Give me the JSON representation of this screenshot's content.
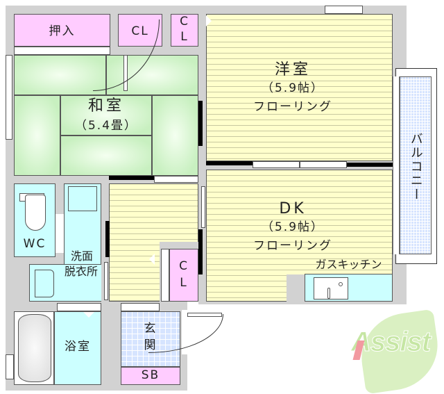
{
  "floorplan": {
    "rooms": {
      "oshiire": {
        "label": "押入"
      },
      "closet_top_1": {
        "label": "CL"
      },
      "closet_top_2": {
        "label": "C\nL",
        "line1": "C",
        "line2": "L"
      },
      "washitsu": {
        "name": "和室",
        "size": "（5.4畳）"
      },
      "youshitsu": {
        "name": "洋室",
        "size": "（5.9帖）",
        "floor": "フローリング"
      },
      "balcony": {
        "label": "バルコニー"
      },
      "wc": {
        "label": "WC"
      },
      "senmen": {
        "line1": "洗面",
        "line2": "脱衣所"
      },
      "closet_mid": {
        "line1": "C",
        "line2": "L"
      },
      "dk": {
        "name": "DK",
        "size": "（5.9帖）",
        "floor": "フローリング",
        "kitchen": "ガスキッチン"
      },
      "bath": {
        "label": "浴室"
      },
      "genkan": {
        "line1": "玄",
        "line2": "関"
      },
      "shoebox": {
        "label": "SB"
      }
    },
    "colors": {
      "closet": "#ffccff",
      "tatami": "#c8f0c0",
      "flooring": "#ffffcc",
      "wet_area": "#ccffff",
      "tile": "#d6e4ff",
      "wall": "#d2d2d2"
    }
  },
  "watermark": {
    "text": "Assist",
    "accent_color": "#f29aa0",
    "leaf_color": "#cce8a8"
  }
}
